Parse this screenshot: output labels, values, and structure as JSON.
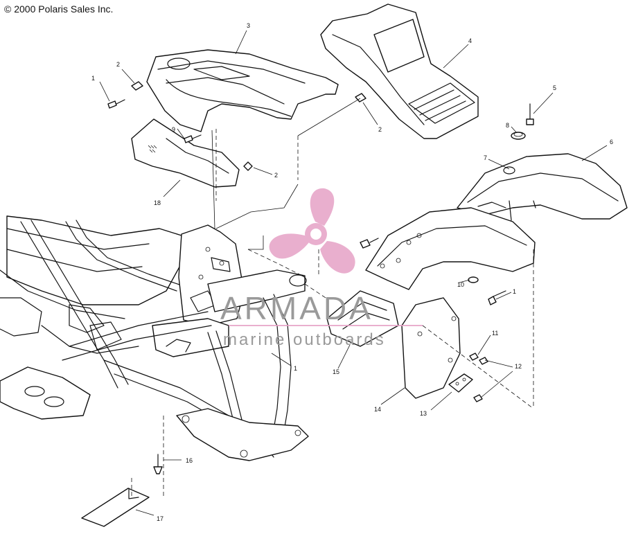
{
  "copyright": "© 2000 Polaris Sales Inc.",
  "callouts": [
    "1",
    "2",
    "3",
    "4",
    "5",
    "6",
    "7",
    "8",
    "9",
    "10",
    "11",
    "12",
    "13",
    "14",
    "15",
    "16",
    "17",
    "18"
  ],
  "watermark": {
    "brand": "ARMADA",
    "tagline": "marine outboards",
    "color_logo": "#e6a2c6",
    "color_text": "#9a9a9a"
  }
}
